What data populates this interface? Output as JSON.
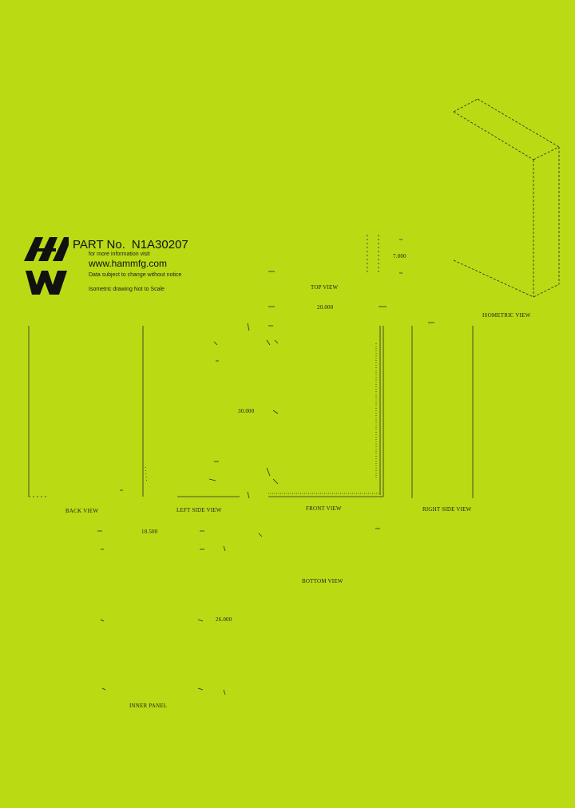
{
  "part": {
    "label": "PART No.",
    "number": "N1A30207"
  },
  "info": {
    "more_info": "for more information visit",
    "url": "www.hammfg.com",
    "notice": "Data subject to change without notice",
    "scale_note": "Isometric drawing Not to Scale"
  },
  "views": {
    "top": "TOP VIEW",
    "isometric": "ISOMETRIC VIEW",
    "back": "BACK VIEW",
    "left_side": "LEFT SIDE VIEW",
    "front": "FRONT VIEW",
    "right_side": "RIGHT SIDE VIEW",
    "bottom": "BOTTOM VIEW",
    "inner_panel": "INNER PANEL"
  },
  "dimensions": {
    "depth": "7.000",
    "width": "20.000",
    "height": "30.000",
    "panel_width": "18.500",
    "panel_height": "26.000"
  },
  "colors": {
    "background": "#bada14",
    "ink": "#1d1d1d"
  }
}
